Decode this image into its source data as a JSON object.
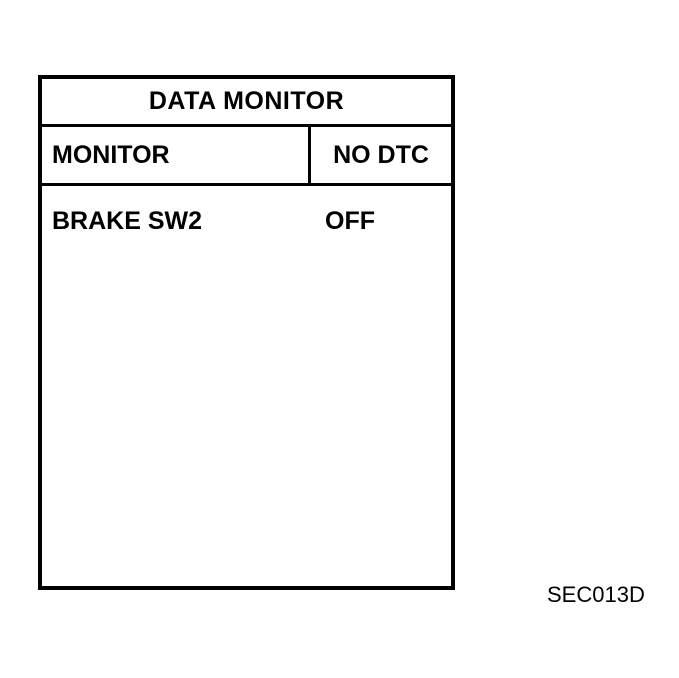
{
  "figure_code": "SEC013D",
  "screen": {
    "title": "DATA MONITOR",
    "columns": {
      "monitor": "MONITOR",
      "status": "NO DTC"
    },
    "rows": [
      {
        "label": "BRAKE SW2",
        "value": "OFF"
      }
    ],
    "colors": {
      "line": "#000000",
      "background": "#ffffff",
      "text": "#000000"
    }
  }
}
